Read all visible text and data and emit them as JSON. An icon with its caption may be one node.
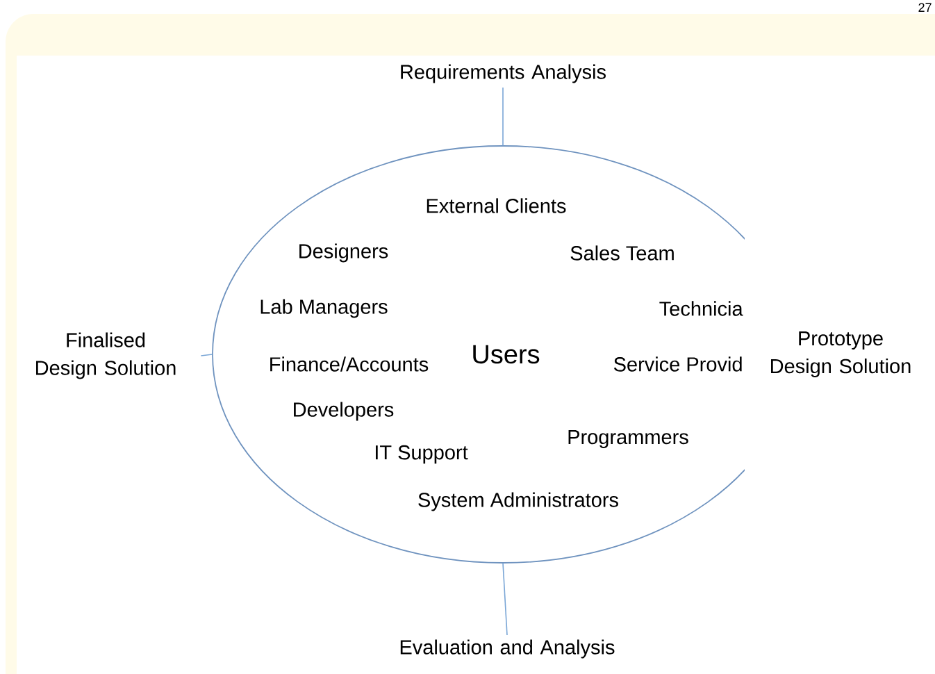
{
  "diagram": {
    "nodes": [
      {
        "text": [
          "External Clients",
          "Designers",
          "Sales Team",
          "Lab Managers",
          "Technicia",
          "Finance/Accounts",
          "Users",
          "Service Provid",
          "Developers",
          "Programmers",
          "IT Support",
          "System Administrators"
        ]
      },
      {
        "text": [
          "Requirements Analysis"
        ]
      },
      {
        "text": [
          "Prototype Design Solution"
        ]
      },
      {
        "text": [
          "Evaluation and Analysis"
        ]
      },
      {
        "text": [
          "Finalised Design Solution"
        ]
      }
    ],
    "edges": [
      {
        "from": 1,
        "to": 0,
        "arrow": "none"
      },
      {
        "from": 0,
        "to": 3,
        "arrow": "none"
      },
      {
        "from": 4,
        "to": 0,
        "arrow": "none"
      }
    ],
    "labels": [
      "27"
    ]
  }
}
